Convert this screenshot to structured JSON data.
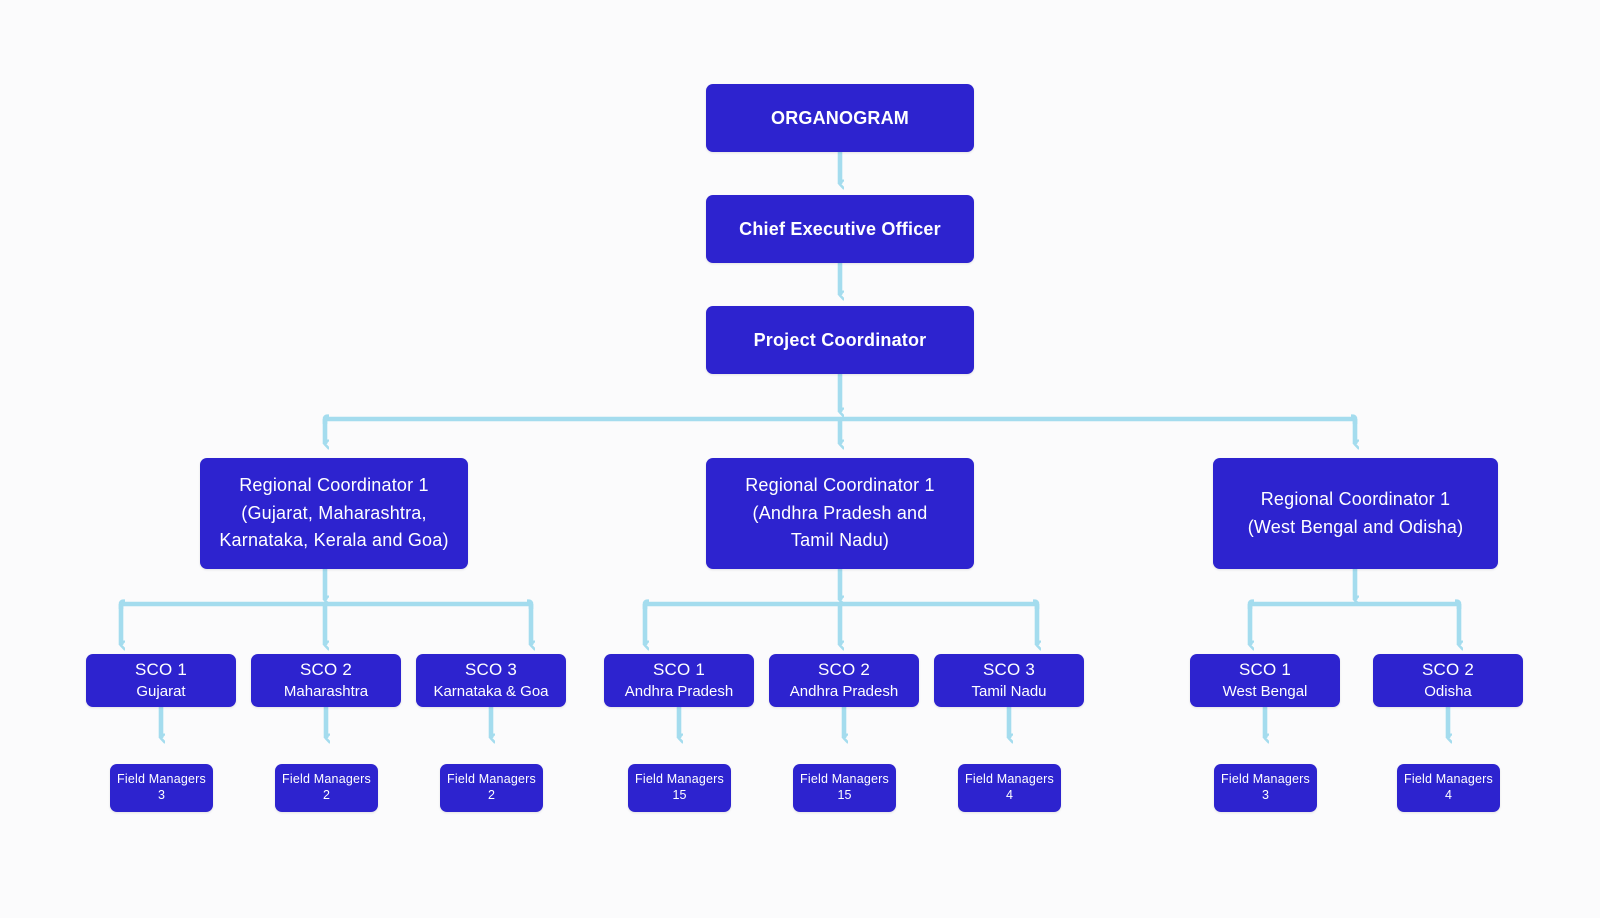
{
  "theme": {
    "background": "#fbfbfc",
    "node_fill": "#2d23cf",
    "node_text": "#ffffff",
    "connector": "#a4dcee"
  },
  "chart_data": {
    "type": "diagram",
    "title": "ORGANOGRAM",
    "diagram_kind": "organizational-chart",
    "orientation": "top-down"
  },
  "nodes": {
    "root": {
      "title": "ORGANOGRAM"
    },
    "ceo": {
      "title": "Chief Executive Officer"
    },
    "project_coordinator": {
      "title": "Project Coordinator"
    },
    "regional": [
      {
        "title": "Regional Coordinator 1\n(Gujarat, Maharashtra,\nKarnataka, Kerala and Goa)"
      },
      {
        "title": "Regional Coordinator 1\n(Andhra Pradesh and\nTamil Nadu)"
      },
      {
        "title": "Regional Coordinator 1\n(West Bengal and Odisha)"
      }
    ],
    "sco": [
      {
        "title": "SCO 1",
        "sub": "Gujarat"
      },
      {
        "title": "SCO 2",
        "sub": "Maharashtra"
      },
      {
        "title": "SCO 3",
        "sub": "Karnataka & Goa"
      },
      {
        "title": "SCO 1",
        "sub": "Andhra Pradesh"
      },
      {
        "title": "SCO 2",
        "sub": "Andhra Pradesh"
      },
      {
        "title": "SCO 3",
        "sub": "Tamil Nadu"
      },
      {
        "title": "SCO 1",
        "sub": "West Bengal"
      },
      {
        "title": "SCO 2",
        "sub": "Odisha"
      }
    ],
    "field_managers": [
      {
        "title": "Field Managers",
        "sub": "3"
      },
      {
        "title": "Field Managers",
        "sub": "2"
      },
      {
        "title": "Field Managers",
        "sub": "2"
      },
      {
        "title": "Field Managers",
        "sub": "15"
      },
      {
        "title": "Field Managers",
        "sub": "15"
      },
      {
        "title": "Field Managers",
        "sub": "4"
      },
      {
        "title": "Field Managers",
        "sub": "3"
      },
      {
        "title": "Field Managers",
        "sub": "4"
      }
    ]
  }
}
